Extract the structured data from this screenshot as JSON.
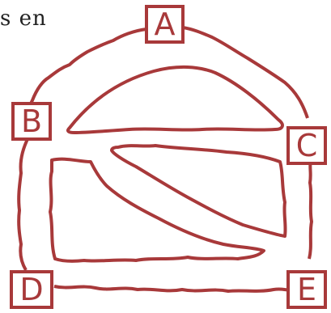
{
  "snippet_text": "s en",
  "colors": {
    "stroke": "#a8393a",
    "box_fill": "#ffffff"
  },
  "nodes": [
    {
      "id": "A",
      "label": "A"
    },
    {
      "id": "B",
      "label": "B"
    },
    {
      "id": "C",
      "label": "C"
    },
    {
      "id": "D",
      "label": "D"
    },
    {
      "id": "E",
      "label": "E"
    }
  ]
}
